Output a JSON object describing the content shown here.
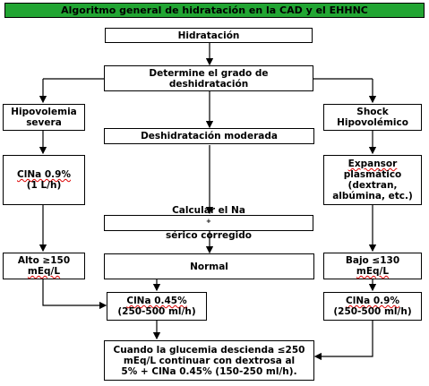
{
  "title": "Algoritmo general de hidratación en la CAD y el EHHNC",
  "colors": {
    "title_bg": "#22a533",
    "border": "#000000"
  },
  "nodes": {
    "hidratacion": "Hidratación",
    "grado": [
      "Determine el grado de",
      "deshidratación"
    ],
    "hipovolemia": [
      "Hipovolemia",
      "severa"
    ],
    "shock": [
      "Shock",
      "Hipovolémico"
    ],
    "moderada": "Deshidratación moderada",
    "clna09_left": [
      "ClNa 0.9%",
      "(1 L/h)"
    ],
    "expansor": [
      "Expansor",
      "plasmático",
      "(dextran,",
      "albúmina, etc.)"
    ],
    "calcular_pre": "Calcular el Na",
    "calcular_sup": "+",
    "calcular_post": " sérico corregido",
    "alto": [
      "Alto ≥150",
      "mEq/L"
    ],
    "normal": "Normal",
    "bajo": [
      "Bajo ≤130",
      "mEq/L"
    ],
    "clna045": [
      "ClNa 0.45%",
      "(250-500 ml/h)"
    ],
    "clna09_right": [
      "ClNa 0.9%",
      "(250-500 ml/h)"
    ],
    "final": [
      "Cuando la glucemia descienda ≤250",
      "mEq/L continuar con dextrosa al",
      "5% + ClNa 0.45% (150-250 ml/h)."
    ]
  }
}
